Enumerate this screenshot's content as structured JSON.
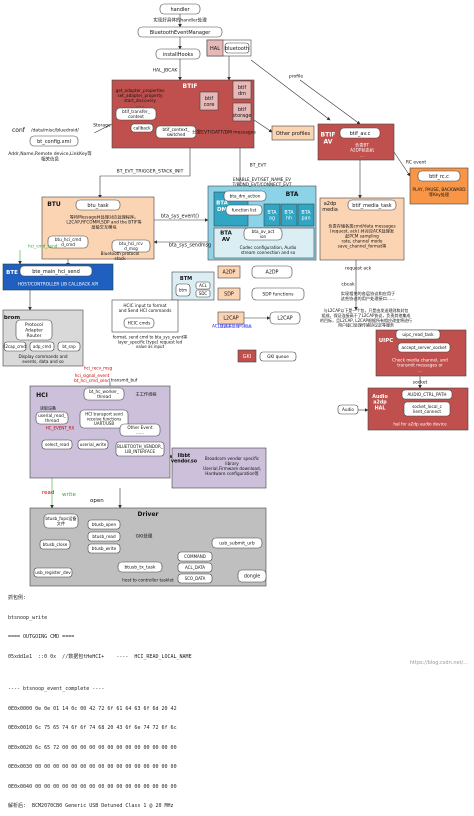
{
  "top": {
    "handler": "handler",
    "handler_note": "实现好具体的handler处理",
    "bt_event_manager": "BluetoothEventManager",
    "installhooks": "installHooks",
    "hal_jbcak": "HAL_JBCAK"
  },
  "hal_box": {
    "hal": "HAL",
    "bluetooth": "bluetooth"
  },
  "btif_top": {
    "title": "BTIF",
    "methods": "get_adapter_properties\nset_adapter_property\nstart_discovery\n……",
    "btif_core": "btif\ncore",
    "btif_dm": "btif\ndm",
    "btif_storage": "btif\nstorage",
    "transfer_context": "btif_transfer_\ncontext",
    "callback": "callback",
    "context_switched": "btif_context_\nswitched",
    "msg_note": "分发EVT/GATT/DM messages"
  },
  "conf": {
    "label": "conf",
    "path": "/data/misc/bluedroid/",
    "file": "bt_config.xml",
    "note": "Addr,Name,Remote device,LinkKey等\n相关信息",
    "storage": "Storage"
  },
  "btif_av": {
    "label": "BTIF\nAV",
    "name": "btif_av.c",
    "note": "负责BT\nA2DP状态机\n..."
  },
  "profile": {
    "profile": "profile",
    "other": "Other profiles"
  },
  "event_labels": {
    "bt_evt_trigger": "BT_EVT_TRIGGER_STACK_INIT",
    "bt_evt": "BT_EVT",
    "rc_event": "RC event"
  },
  "rc_box": {
    "name": "btif_rc.c",
    "note": "PLAY, PAUSE, BACKWARD\n等Key处理"
  },
  "btu": {
    "label": "BTU",
    "task": "btu_task",
    "desc": "等待Message并处理对应处理程序。\nL2CAP,RFCOMM,SDP and the BTIF等\n层级交互模块",
    "hci_cmd": "btu_hci_cmd\nd_cmd",
    "hci_rcv": "btu_hci_rcv\nd_msg",
    "bt_protocol": "Bluetooth protocol\nstack"
  },
  "bta": {
    "label": "BTA",
    "enable_note": "ENABLE_EVT/SET_NAME_EV\nT/BOND_EVT/CONNECT_EVT",
    "dm_action": "bta_dm_action",
    "func_list": "function list",
    "dm": "BTA\nDM",
    "ag": "BTA\nag",
    "hh": "BTA\nhh",
    "pan": "BTA\npan",
    "av": "BTA\nAV",
    "av_act": "bta_av_act\nion",
    "sys_event": "bta_sys_event()",
    "sys_sendmsg": "bta_sys_sendmsg",
    "codec_note": "Codec configuration, Audio\nstream connection and so"
  },
  "media": {
    "a2dp": "a2dp\nmedia",
    "task": "btif_media_task",
    "note": "负责存储各类cmd/data messages\n(request, ack) 并对应ACK处理发\n起PCM sampling\nrate, channel mode\nsave_channel_format等"
  },
  "request_ack": "request ack",
  "hci_lib": {
    "title": "BTM",
    "btm": "btm",
    "acl": "ACL",
    "sdc": "SDC"
  },
  "hci_box": {
    "t1": "HCIC input to format\nand Send HCI commands",
    "hcic_cmds": "HCIC cmds"
  },
  "btu_layer_note": "format, send cmd to bta_sys_event等\nlayer_specific [type] request led\nvalue as input",
  "protocols": {
    "a2dp": "A2DP",
    "avdtp": "A2DP",
    "sdp": "SDP",
    "sdp_fn": "SDP functions",
    "l2cap": "L2CAP",
    "l2cap2": "L2CAP",
    "gki": "GKI",
    "gki_queue": "GKI queue"
  },
  "proto_note": "实现相关的各层协议和应用于\n这些协议的用户处理接口……",
  "l2cap_note": "与L2CAP以下是一个包，只是由发送规则和封包\n组成，保证连接高于了L2CAP协议，负责其他集成\n的目标，且L2CAP, L2CAP根据所有相应改变将进行\n用户接口处理传输协议定等服务",
  "acl_note": "ACL链路来处理与相关",
  "cbcak": "cbcak",
  "uipc": {
    "label": "UIPC",
    "task": "uipc_read_task",
    "sock": "accept_server_socket",
    "note": "Check media channel, and\ntransmit messages or\n..."
  },
  "audio": {
    "label": "Audio\na2dp\nHAL",
    "path": "AUDIO_CTRL_PATH",
    "sock": "socket_local_c\nlient_connect",
    "hal": "hal for a2dp audio device"
  },
  "socket": "socket",
  "audio_src": "Audio",
  "bte": {
    "label": "BTE",
    "name": "bte_main_hci_send",
    "note": "HOST/CONTROLLER LIB CALLBACK API"
  },
  "brom": {
    "label": "brom",
    "proto": "Protocol\nAdapter\nRouter",
    "l2cap": "l2cap_cmd",
    "adp": "adp_cmd",
    "btsnp": "bt_snp",
    "note": "Display commands and\nevents, data and so"
  },
  "hci_arrow": "hci_cmd_send",
  "hci_recv": "hci_recv_msg",
  "hci_signal_event": "hci_signal_event\nbt_hci_cmd_send",
  "transmit_buf": "transmit_buf",
  "hci": {
    "label": "HCI",
    "worker": "bt_hc_worker_\nthread",
    "worker_note": "主工作线程",
    "transport": "HCI transport send\nreceive functions\nUART/USB",
    "userial": "userial_read_\nthread",
    "data_rdy": "HC_EVENT_RX",
    "select_read": "select_read",
    "userial_write": "userial_write",
    "other": "Other Event\n……",
    "vendor_note": "BLUETOOTH_VENDOR_\nLIB_INTERFACE",
    "read_msg": "读取设备"
  },
  "libbt": {
    "label": "libbt\nvendor.so",
    "note": "Broadcom vendor specific\nlibrary\nUserial,Firmware download,\nHardware configuration等"
  },
  "io": {
    "read": "read",
    "write": "write",
    "open": "open"
  },
  "driver": {
    "title": "Driver",
    "fops": "btusb_fops设备\n文件",
    "open": "btusb_open",
    "read": "btusb_read",
    "write": "btusb_write",
    "close": "btusb_close",
    "reg": "usb_register_dev",
    "gki": "GKI处理",
    "tx_task": "btusb_tx_task",
    "command": "COMMAND",
    "acl": "ACL_DATA",
    "sco": "SCO_DATA",
    "submit": "usb_submit_urb",
    "dongle": "dongle",
    "note": "host to controller tasklet"
  },
  "bottom": [
    "抓包例:",
    "btsnoop_write",
    "==== OUTGOING CMD ====",
    "05xdd1e1  ::0 0x  //数据包tHeHCI+    ----  HCI_READ_LOCAL_NAME",
    "",
    "---- btsnoop_event_complete ----",
    "0E0x0000 0e 0e 01 14 0c 00 42 72 6f 61 64 63 6f 6d 20 42",
    "0E0x0010 6c 75 65 74 6f 6f 74 68 20 43 6f 6e 74 72 6f 6c",
    "0E0x0020 6c 65 72 00 00 00 00 00 00 00 00 00 00 00 00 00",
    "0E0x0030 00 00 00 00 00 00 00 00 00 00 00 00 00 00 00 00",
    "0E0x0040 00 00 00 00 00 00 00 00 00 00 00 00 00 00 00 00",
    "解析后:  BCM2070CB0 Generic USB Detuned Class 1 @ 20 MHz"
  ],
  "watermark": "https://blog.csdn.net/..."
}
